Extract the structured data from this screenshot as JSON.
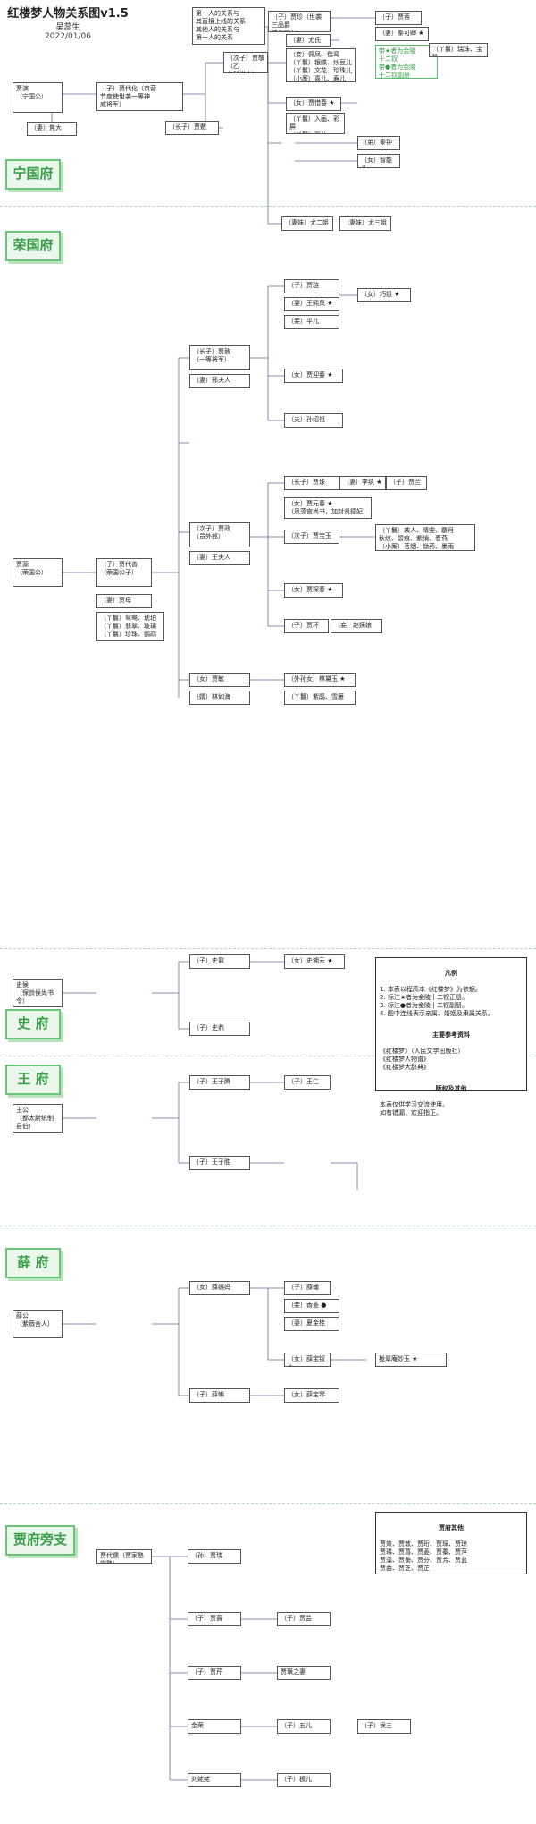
{
  "header": {
    "title": "红楼梦人物关系图v1.5",
    "author": "吴蕊生",
    "date": "2022/01/06"
  },
  "regions": {
    "ning": "宁国府",
    "rong": "荣国府",
    "shi": "史 府",
    "wang": "王 府",
    "xue": "薛 府",
    "side": "贾府旁支"
  },
  "legend": {
    "top_box": "第一人的关系与\n其直接上线的关系\n其他人的关系与\n第一人的关系",
    "star_box": "带★者为金陵\n十二钗\n带●者为金陵\n十二钗副册"
  },
  "nodes": {
    "ning_ancestor": "贾演\n（宁国公）",
    "ning_wife": "（妻）焦大",
    "daihua": "（子）贾代化（京营\n节度使世袭一等神\n威将军）",
    "daihua_elder": "（长子）贾敷",
    "jing": "（次子）贾敬（乙\n卯科进士）",
    "zhen": "（子）贾珍（世袭三品爵\n威烈将军）",
    "youshi": "（妻）尤氏",
    "ning_concubines": "（妾）佩凤、偕鸾\n（丫鬟）银蝶、炒豆儿\n（丫鬟）文花、珍珠儿\n（小厮）喜儿、寿儿",
    "rong_q": "（子）贾蓉",
    "keqing": "（妻）秦可卿 ★",
    "keqing_maids": "（丫鬟）瑞珠、宝珠",
    "xichun": "（女）贾惜春 ★",
    "xichun_maids": "（丫鬟）入画、彩屏\n（丫鬟）彩儿",
    "qinzhong": "（弟）秦钟",
    "zhiqiong": "（女）智能儿",
    "you2": "（妻妹）尤二姐",
    "you3": "（妻妹）尤三姐",
    "rong_ancestor": "贾源\n（荣国公）",
    "daishan": "（子）贾代善\n（荣国公子）",
    "grandma": "（妻）贾母",
    "grandma_maids": "（丫鬟）鸳鸯、琥珀\n（丫鬟）翡翠、玻璃\n（丫鬟）珍珠、鹦鹉",
    "she": "（长子）贾赦\n（一等将军）",
    "xingfu": "（妻）邢夫人",
    "lian": "（子）贾琏",
    "xifeng": "（妻）王熙凤 ★",
    "qiaojie": "（女）巧姐 ★",
    "pinger": "（妾）平儿",
    "yingchun": "（女）贾迎春 ★",
    "sunshaozu": "（夫）孙绍祖",
    "zheng": "（次子）贾政\n（员外郎）",
    "wangfu": "（妻）王夫人",
    "zhu": "（长子）贾珠",
    "liwan": "（妻）李纨 ★",
    "lan": "（子）贾兰",
    "yuanchun": "（女）贾元春 ★\n（凤藻宫尚书，加封贤德妃）",
    "baoyu": "（次子）贾宝玉",
    "baoyu_maids": "（丫鬟）袭人、晴雯、麝月\n秋纹、碧痕、紫绡、春燕\n（小厮）茗烟、锄药、墨雨",
    "tanchun": "（女）贾探春 ★",
    "huan": "（子）贾环",
    "zhaoyi": "（妾）赵姨娘",
    "daiyu": "（外孙女）林黛玉 ★",
    "linruhai": "（婿）林如海",
    "jiamin": "（女）贾敏",
    "zijuan": "（丫鬟）紫鹃、雪雁",
    "shi_ancestor": "史侯\n（保龄侯尚书令）",
    "xiangyun": "（女）史湘云 ★",
    "shiding": "（子）史鼎",
    "shinai": "（子）史鼐",
    "wang_ancestor": "王公\n（都太尉统制县伯）",
    "wangziteng": "（子）王子腾",
    "wangzisheng": "（子）王子胜",
    "wangren": "（子）王仁",
    "xue_ancestor": "薛公\n（紫薇舍人）",
    "xueyima": "（女）薛姨妈",
    "pan": "（子）薛蟠",
    "baochai": "（女）薛宝钗 ★",
    "xiangling": "（妾）香菱 ●",
    "xiake": "（妻）夏金桂",
    "xueke": "（子）薛蝌",
    "baoqin": "（女）薛宝琴",
    "miaoyu": "栊翠庵妙玉 ★",
    "side_daiyu": "贾代儒（贾家塾掌塾）",
    "side_rui": "（孙）贾瑞",
    "side_qiang": "（子）贾蔷",
    "side_yun": "（子）贾芸",
    "side_qin": "（子）贾芹",
    "side_huang": "贾璜之妻",
    "side_jin": "金荣",
    "side_wu": "（子）五儿",
    "side_hou": "（子）侯三",
    "side_liu": "刘姥姥",
    "side_ban": "（子）板儿"
  },
  "notes": {
    "others_head": "贾府其他",
    "others_body": "贾效、贾敦、贾珩、贾琛、贾琼\n贾璘、贾菖、贾菱、贾蓁、贾萍\n贾藻、贾蘅、贾芬、贾芳、贾蓝\n贾菌、贾芝、贾芷",
    "explain_head": "凡例",
    "explain_body": "1. 本表以程高本《红楼梦》为依据。\n2. 标注★者为金陵十二钗正册。\n3. 标注●者为金陵十二钗副册。\n4. 图中连线表示亲属、婚姻及隶属关系。",
    "ref_head": "主要参考资料",
    "ref_body": "《红楼梦》（人民文学出版社）\n《红楼梦人物谱》\n《红楼梦大辞典》",
    "info_head": "版权及其他",
    "info_body": "本表仅供学习交流使用。\n如有错漏，欢迎指正。"
  }
}
